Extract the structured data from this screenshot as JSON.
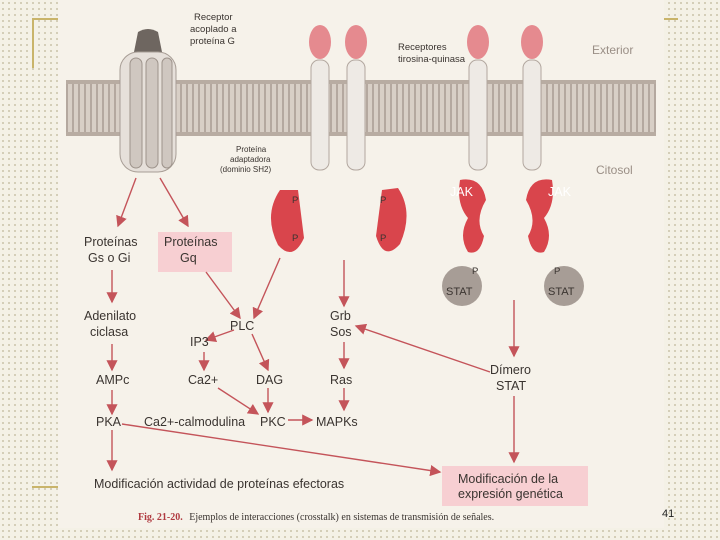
{
  "figure": {
    "region_labels": {
      "exterior": "Exterior",
      "cytosol": "Citosol"
    },
    "receptor_labels": {
      "gpcr": [
        "Receptor",
        "acoplado a",
        "proteína G"
      ],
      "rtk": [
        "Receptores",
        "tirosina-quinasa"
      ],
      "adapter": [
        "Proteína",
        "adaptadora",
        "(dominio SH2)"
      ]
    },
    "phospho": "P",
    "jak": "JAK",
    "stat": "STAT",
    "nodes": {
      "gs_gi": [
        "Proteínas",
        "Gs o Gi"
      ],
      "gq": [
        "Proteínas",
        "Gq"
      ],
      "adenylate_cyclase": [
        "Adenilato",
        "ciclasa"
      ],
      "plc": "PLC",
      "ip3": "IP3",
      "grb_sos": [
        "Grb",
        "Sos"
      ],
      "dimer_stat": [
        "Dímero",
        "STAT"
      ],
      "ampc": "AMPc",
      "ca2": "Ca2+",
      "dag": "DAG",
      "ras": "Ras",
      "pka": "PKA",
      "ca_calmodulin": "Ca2+-calmodulina",
      "pkc": "PKC",
      "mapks": "MAPKs",
      "effector_mod": "Modificación actividad de proteínas efectoras",
      "gene_expr": [
        "Modificación de la",
        "expresión genética"
      ]
    },
    "caption_number": "Fig. 21-20.",
    "caption_text": "Ejemplos de interacciones (crosstalk) en sistemas de transmisión de señales."
  },
  "slide": {
    "page_number": "41"
  },
  "colors": {
    "accent_frame": "#c9b46a",
    "receptor_red": "#d9454c",
    "pink_box": "#f7cfd2",
    "membrane": "#b8aca2"
  }
}
